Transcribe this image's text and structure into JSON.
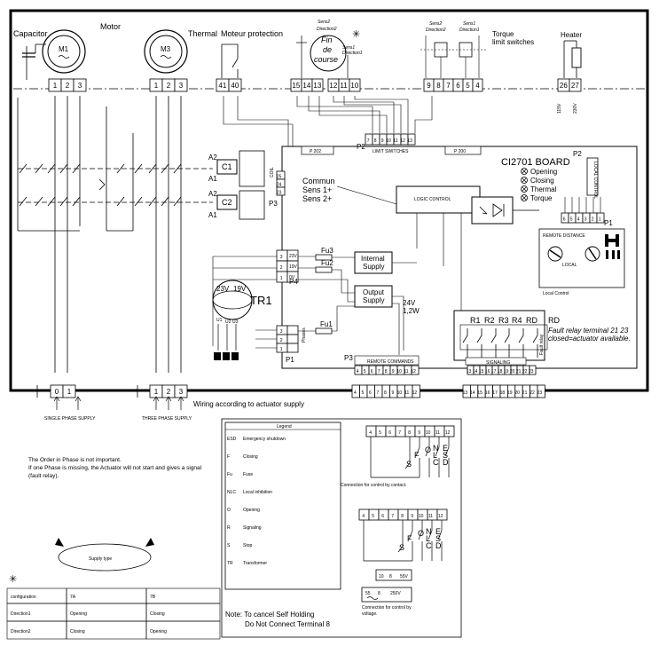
{
  "top_labels": {
    "capacitor": "Capacitor",
    "motor": "Motor",
    "thermal": "Thermal",
    "moteur_protection": "Moteur protection",
    "sens2_dir2_left": "Sens2",
    "direction2_left": "Direction2",
    "fin_de_course_1": "Fin",
    "fin_de_course_2": "de",
    "fin_de_course_3": "course",
    "sens1_left": "Sens1",
    "direction1_left": "Direction1",
    "sens2_right": "Sens2",
    "direction2_right": "Direction2",
    "sens1_right": "Sens1",
    "direction1_right": "Direction1",
    "torque": "Torque",
    "limit_switches": "limit switches",
    "heater": "Heater",
    "star_symbol": "✳"
  },
  "motors": {
    "m1": "M1",
    "m3": "M3"
  },
  "top_terminals": {
    "motor1": [
      "1",
      "2",
      "3"
    ],
    "motor3": [
      "1",
      "2",
      "3"
    ],
    "thermal": [
      "41",
      "40"
    ],
    "fdc_left": [
      "15",
      "14",
      "13"
    ],
    "fdc_right": [
      "12",
      "11",
      "10"
    ],
    "torque": [
      "9",
      "8",
      "7",
      "6",
      "5",
      "4"
    ],
    "heater": [
      "26",
      "27"
    ],
    "heater_side": [
      "115V",
      "230V"
    ]
  },
  "board": {
    "p202": "P 202",
    "p200": "P 200",
    "p2_top": "P2",
    "limit_switches_block": "LIMIT SWITCHES",
    "limit_terms": [
      "7",
      "8",
      "9",
      "10",
      "11",
      "12",
      "13"
    ],
    "name": "CI2701  BOARD",
    "legend_items": [
      "Opening",
      "Closing",
      "Thermal",
      "Torque"
    ],
    "p2_right": "P2",
    "local_control_label": "LOCAL CONTROL",
    "p2_terms": [
      "6",
      "5",
      "4",
      "3",
      "2",
      "1"
    ],
    "p1_right": "P1",
    "remote_distance": "REMOTE DISTANCE",
    "local": "LOCAL",
    "local_control": "Local Control",
    "c1": "C1",
    "c2": "C2",
    "a2_top": "A2",
    "a1_top": "A1",
    "a2_bot": "A2",
    "a1_bot": "A1",
    "coil": "COIL",
    "coil_terms": [
      "25",
      "24",
      "23"
    ],
    "p3": "P3",
    "commun": "Commun",
    "sens1": "Sens 1+",
    "sens2": "Sens 2+",
    "logic_control": "LOGIC CONTROL",
    "fu3": "Fu3",
    "fu2": "Fu2",
    "fu1": "Fu1",
    "p4_terms": [
      "3",
      "2",
      "1"
    ],
    "p4_volts": [
      "23V",
      "19V",
      "0V"
    ],
    "p4": "P4",
    "internal_supply_1": "Internal",
    "internal_supply_2": "Supply",
    "output_supply_1": "Output",
    "output_supply_2": "Supply",
    "tr1": "TR1",
    "tr_v1": "23V",
    "tr_v2": "19V",
    "tr_u1": "U1",
    "tr_u2": "U2",
    "tr_u3": "U3",
    "p1_left": "P1",
    "p1_terms": [
      "3",
      "2",
      "1"
    ],
    "phases": "Phases",
    "out_24v": "24V",
    "out_12w": "1,2W",
    "p3_bottom": "P3",
    "remote_commands": "REMOTE COMMANDS",
    "signaling": "SIGNALING",
    "relays": [
      "R1",
      "R2",
      "R3",
      "R4",
      "RD"
    ],
    "rd": "RD",
    "fault_relay": "Fault relay",
    "fault_note_1": "Fault relay terminal 21 23",
    "fault_note_2": "closed=actuator available."
  },
  "bottom_terminals": {
    "single": [
      "0",
      "1"
    ],
    "three": [
      "1",
      "2",
      "3"
    ],
    "remote": [
      "4",
      "5",
      "6",
      "7",
      "8",
      "9",
      "10",
      "11",
      "12"
    ],
    "signal": [
      "13",
      "14",
      "15",
      "16",
      "17",
      "18",
      "19",
      "20",
      "21",
      "22",
      "23"
    ]
  },
  "supply_labels": {
    "single": "SINGLE PHASE SUPPLY",
    "three": "THREE PHASE SUPPLY",
    "wiring": "Wiring according to actuator supply"
  },
  "notes": {
    "order_1": "The Order in Phase is not important.",
    "order_2": "If one Phase is missing, the Actuator will not start and gives a signal",
    "order_3": "(fault relay).",
    "supply_type": "Supply type"
  },
  "legend": {
    "title": "Legend",
    "items": [
      {
        "abbr": "ESD",
        "text": "Emergency shutdown"
      },
      {
        "abbr": "F",
        "text": "Closing"
      },
      {
        "abbr": "Fu",
        "text": "Fuse"
      },
      {
        "abbr": "NLC",
        "text": "Local inhibition"
      },
      {
        "abbr": "O",
        "text": "Opening"
      },
      {
        "abbr": "R",
        "text": "Signaling"
      },
      {
        "abbr": "S",
        "text": "Stop"
      },
      {
        "abbr": "TR",
        "text": "Transformer"
      }
    ],
    "note_1": "Note: To cancel Self Holding",
    "note_2": "Do Not Connect Terminal 8"
  },
  "control": {
    "terms": [
      "4",
      "5",
      "6",
      "7",
      "8",
      "9",
      "10",
      "11",
      "12"
    ],
    "contact_caption": "Connection for control by contact.",
    "voltage_caption_1": "Connection for control by",
    "voltage_caption_2": "voltage.",
    "top_letters": [
      "S",
      "F",
      "O",
      "N",
      "L",
      "C",
      "E",
      "S",
      "D"
    ],
    "bot_letters": [
      "S",
      "F",
      "O",
      "N",
      "L",
      "C",
      "E",
      "S",
      "D"
    ],
    "v_row1": [
      "10",
      "8",
      "55V"
    ],
    "v_row2": [
      "55",
      "8",
      "250V"
    ]
  },
  "config_table": {
    "headers": [
      "configuration",
      "7A",
      "7B"
    ],
    "rows": [
      [
        "Direction1",
        "Opening",
        "Closing"
      ],
      [
        "Direction2",
        "Closing",
        "Opening"
      ]
    ]
  }
}
